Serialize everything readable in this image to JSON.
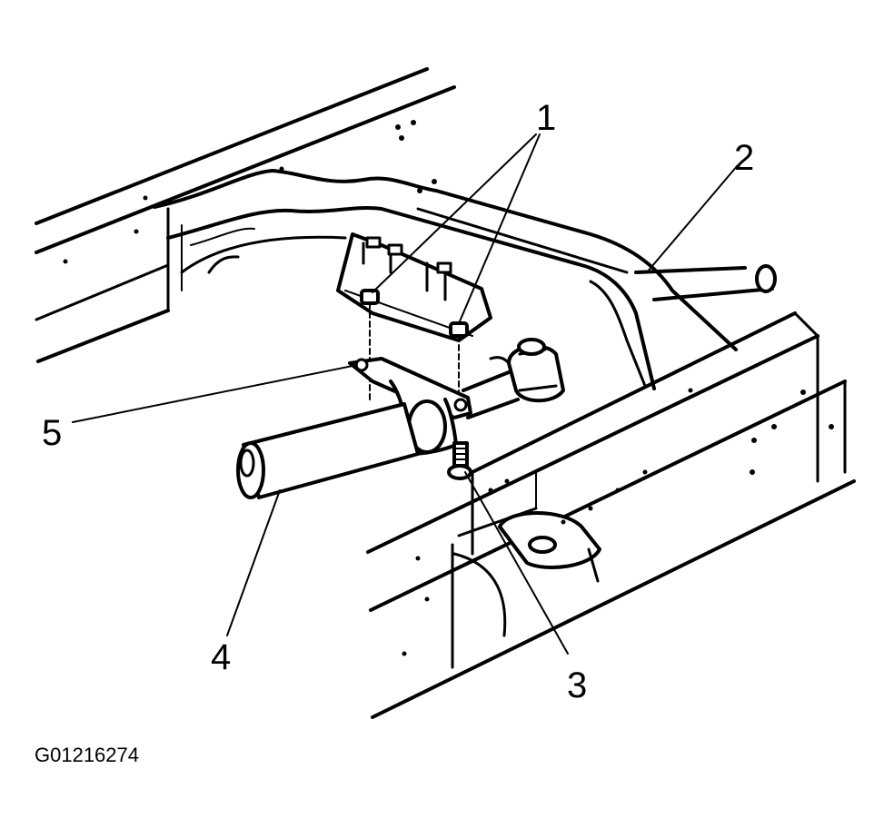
{
  "figure": {
    "id_label": "G01216274"
  },
  "callouts": [
    {
      "number": "1"
    },
    {
      "number": "2"
    },
    {
      "number": "3"
    },
    {
      "number": "4"
    },
    {
      "number": "5"
    }
  ],
  "colors": {
    "ink": "#000000",
    "paper": "#ffffff"
  }
}
